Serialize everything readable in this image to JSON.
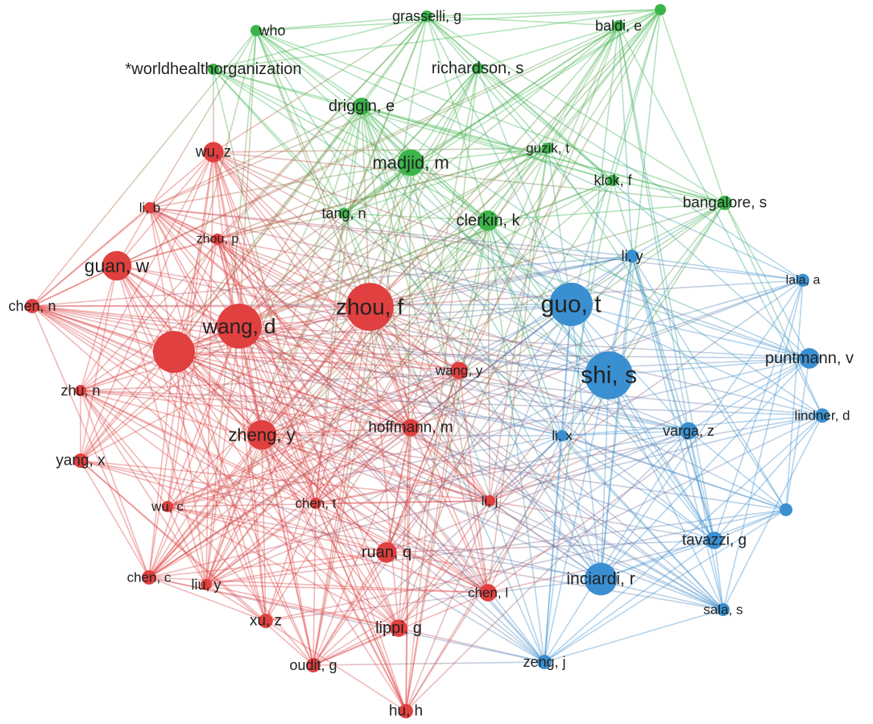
{
  "colors": {
    "red": "#e0403f",
    "green": "#3bb54a",
    "blue": "#3a8fd0"
  },
  "nodes": [
    {
      "id": "who",
      "label": "who",
      "cluster": "green",
      "weight": 1
    },
    {
      "id": "grasselli",
      "label": "grasselli, g",
      "cluster": "green",
      "weight": 1
    },
    {
      "id": "baldi",
      "label": "baldi, e",
      "cluster": "green",
      "weight": 1
    },
    {
      "id": "worldhealthorganization",
      "label": "*worldhealthorganization",
      "cluster": "green",
      "weight": 1
    },
    {
      "id": "richardson",
      "label": "richardson, s",
      "cluster": "green",
      "weight": 1
    },
    {
      "id": "driggin",
      "label": "driggin, e",
      "cluster": "green",
      "weight": 1.4
    },
    {
      "id": "madjid",
      "label": "madjid, m",
      "cluster": "green",
      "weight": 2
    },
    {
      "id": "guzik",
      "label": "guzik, t",
      "cluster": "green",
      "weight": 1
    },
    {
      "id": "klok",
      "label": "klok, f",
      "cluster": "green",
      "weight": 1
    },
    {
      "id": "bangalore",
      "label": "bangalore, s",
      "cluster": "green",
      "weight": 1.2
    },
    {
      "id": "tang",
      "label": "tang, n",
      "cluster": "green",
      "weight": 1
    },
    {
      "id": "clerkin",
      "label": "clerkin, k",
      "cluster": "green",
      "weight": 1.6
    },
    {
      "id": "unlabeled_green",
      "label": "",
      "cluster": "green",
      "weight": 1
    },
    {
      "id": "wu_z",
      "label": "wu, z",
      "cluster": "red",
      "weight": 1.6
    },
    {
      "id": "li_b",
      "label": "li, b",
      "cluster": "red",
      "weight": 1
    },
    {
      "id": "zhou_p",
      "label": "zhou, p",
      "cluster": "red",
      "weight": 1
    },
    {
      "id": "guan",
      "label": "guan, w",
      "cluster": "red",
      "weight": 2.2
    },
    {
      "id": "chen_n",
      "label": "chen, n",
      "cluster": "red",
      "weight": 1.2
    },
    {
      "id": "wang_d",
      "label": "wang, d",
      "cluster": "red",
      "weight": 3.2
    },
    {
      "id": "zhou_f",
      "label": "zhou, f",
      "cluster": "red",
      "weight": 3.4
    },
    {
      "id": "unlabeled_red",
      "label": "",
      "cluster": "red",
      "weight": 3
    },
    {
      "id": "zhu",
      "label": "zhu, n",
      "cluster": "red",
      "weight": 1
    },
    {
      "id": "wang_y",
      "label": "wang, y",
      "cluster": "red",
      "weight": 1.4
    },
    {
      "id": "zheng",
      "label": "zheng, y",
      "cluster": "red",
      "weight": 2.2
    },
    {
      "id": "hoffmann",
      "label": "hoffmann, m",
      "cluster": "red",
      "weight": 1.4
    },
    {
      "id": "yang",
      "label": "yang, x",
      "cluster": "red",
      "weight": 1.2
    },
    {
      "id": "wu_c",
      "label": "wu, c",
      "cluster": "red",
      "weight": 1
    },
    {
      "id": "chen_t",
      "label": "chen, t",
      "cluster": "red",
      "weight": 1
    },
    {
      "id": "li_j",
      "label": "li, j",
      "cluster": "red",
      "weight": 1
    },
    {
      "id": "ruan",
      "label": "ruan, q",
      "cluster": "red",
      "weight": 1.6
    },
    {
      "id": "chen_c",
      "label": "chen, c",
      "cluster": "red",
      "weight": 1.2
    },
    {
      "id": "liu",
      "label": "liu, y",
      "cluster": "red",
      "weight": 1
    },
    {
      "id": "chen_l",
      "label": "chen, l",
      "cluster": "red",
      "weight": 1.4
    },
    {
      "id": "xu",
      "label": "xu, z",
      "cluster": "red",
      "weight": 1.2
    },
    {
      "id": "lippi",
      "label": "lippi, g",
      "cluster": "red",
      "weight": 1.4
    },
    {
      "id": "oudit",
      "label": "oudit, g",
      "cluster": "red",
      "weight": 1.2
    },
    {
      "id": "hu",
      "label": "hu, h",
      "cluster": "red",
      "weight": 1.2
    },
    {
      "id": "li_y",
      "label": "li, y",
      "cluster": "blue",
      "weight": 1.1
    },
    {
      "id": "lala",
      "label": "lala, a",
      "cluster": "blue",
      "weight": 1.1
    },
    {
      "id": "guo",
      "label": "guo, t",
      "cluster": "blue",
      "weight": 3.1
    },
    {
      "id": "puntmann",
      "label": "puntmann, v",
      "cluster": "blue",
      "weight": 1.6
    },
    {
      "id": "shi",
      "label": "shi, s",
      "cluster": "blue",
      "weight": 3.4
    },
    {
      "id": "lindner",
      "label": "lindner, d",
      "cluster": "blue",
      "weight": 1.2
    },
    {
      "id": "li_x",
      "label": "li, x",
      "cluster": "blue",
      "weight": 1
    },
    {
      "id": "varga",
      "label": "varga, z",
      "cluster": "blue",
      "weight": 1.4
    },
    {
      "id": "unlabeled_blue",
      "label": "",
      "cluster": "blue",
      "weight": 1.1
    },
    {
      "id": "tavazzi",
      "label": "tavazzi, g",
      "cluster": "blue",
      "weight": 1.4
    },
    {
      "id": "inciardi",
      "label": "inciardi, r",
      "cluster": "blue",
      "weight": 2.4
    },
    {
      "id": "sala",
      "label": "sala, s",
      "cluster": "blue",
      "weight": 1.1
    },
    {
      "id": "zeng",
      "label": "zeng, j",
      "cluster": "blue",
      "weight": 1.2
    }
  ]
}
